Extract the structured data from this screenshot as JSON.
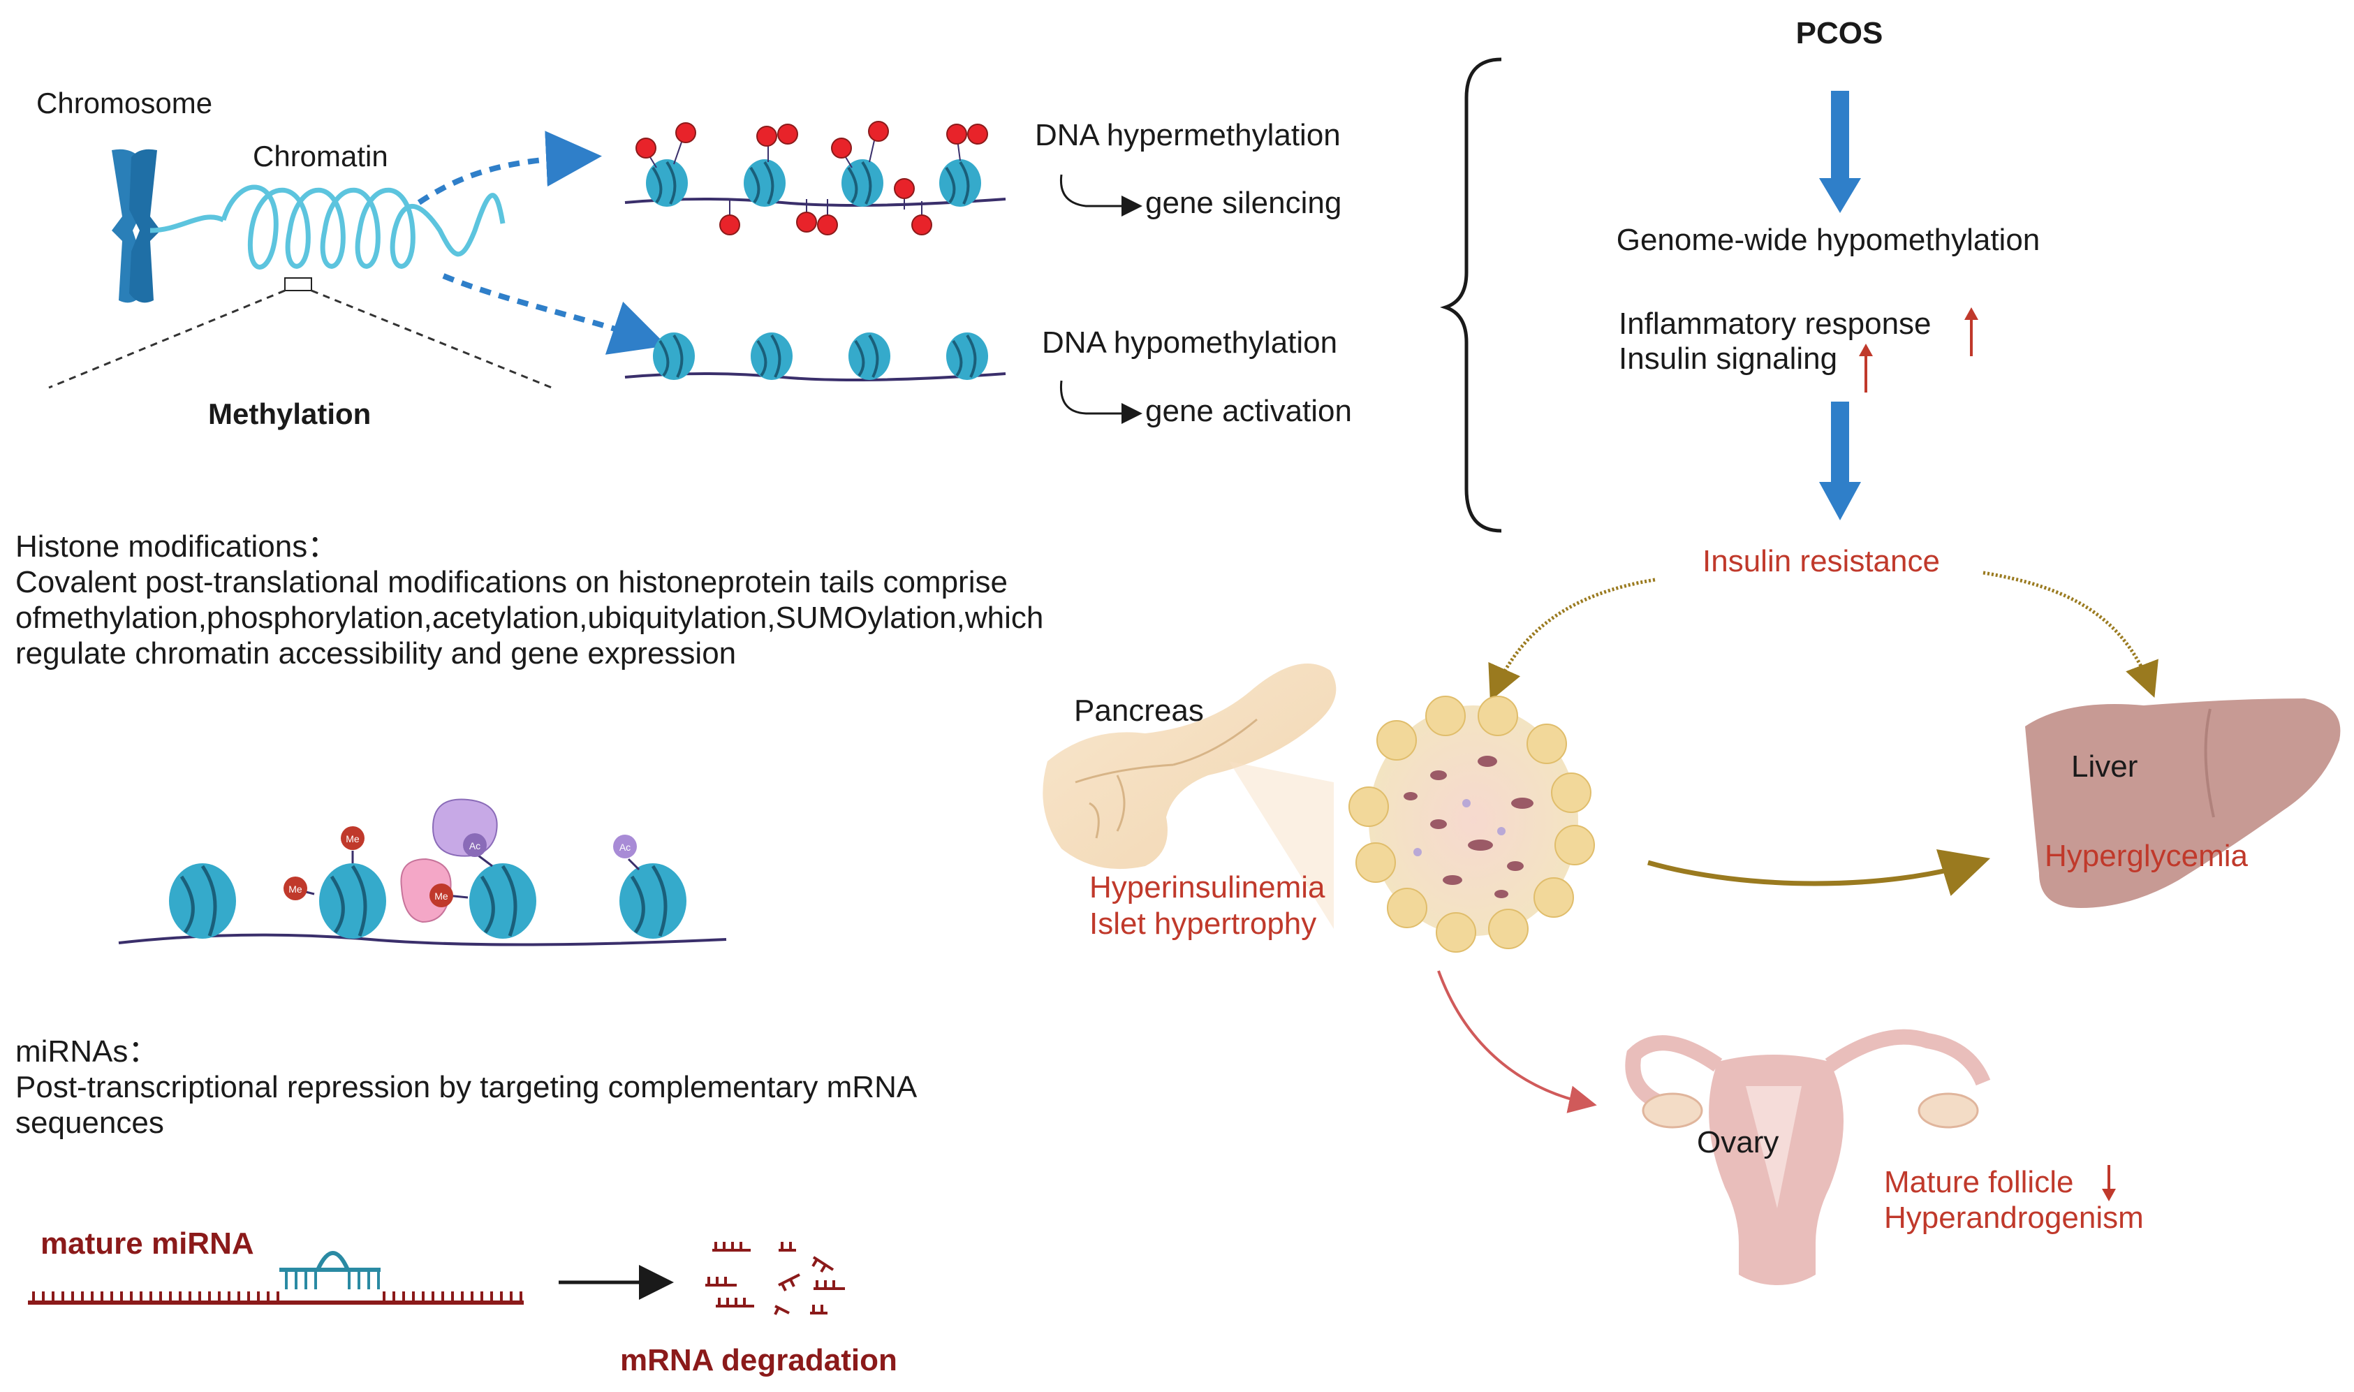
{
  "epigenetics": {
    "chromosome_label": "Chromosome",
    "chromatin_label": "Chromatin",
    "methylation_label": "Methylation",
    "hyper_label": "DNA hypermethylation",
    "silencing_label": "gene silencing",
    "hypo_label": "DNA hypomethylation",
    "activation_label": "gene activation",
    "histone_title": "Histone modifications：",
    "histone_desc_1": "Covalent post-translational modifications on histoneprotein tails comprise",
    "histone_desc_2": "ofmethylation,phosphorylation,acetylation,ubiquitylation,SUMOylation,which",
    "histone_desc_3": "regulate chromatin accessibility and gene expression",
    "histone_tags": [
      "Me",
      "Me",
      "Ac",
      "Me",
      "Ac"
    ],
    "mirna_title": "miRNAs：",
    "mirna_desc_1": "Post-transcriptional repression by targeting complementary mRNA",
    "mirna_desc_2": "sequences",
    "mature_mirna": "mature miRNA",
    "mrna_degradation": "mRNA degradation"
  },
  "pcos": {
    "title": "PCOS",
    "hypomethylation": "Genome-wide hypomethylation",
    "inflammatory": "Inflammatory response",
    "insulin_signaling": "Insulin signaling",
    "insulin_resistance": "Insulin resistance",
    "pancreas": "Pancreas",
    "hyperinsulinemia": "Hyperinsulinemia",
    "islet": "Islet hypertrophy",
    "liver": "Liver",
    "hyperglycemia": "Hyperglycemia",
    "ovary": "Ovary",
    "mature_follicle": "Mature follicle",
    "hyperandrogenism": "Hyperandrogenism"
  },
  "colors": {
    "blue_arrow": "#2f7fc9",
    "nucleosome": "#35aacb",
    "methyl_red": "#e8232a",
    "text_red": "#c0392b",
    "mirna_red": "#8b1a1a",
    "olive_arrow": "#9a7a1f",
    "liver": "#c79a94",
    "ovary": "#e9bebb"
  }
}
